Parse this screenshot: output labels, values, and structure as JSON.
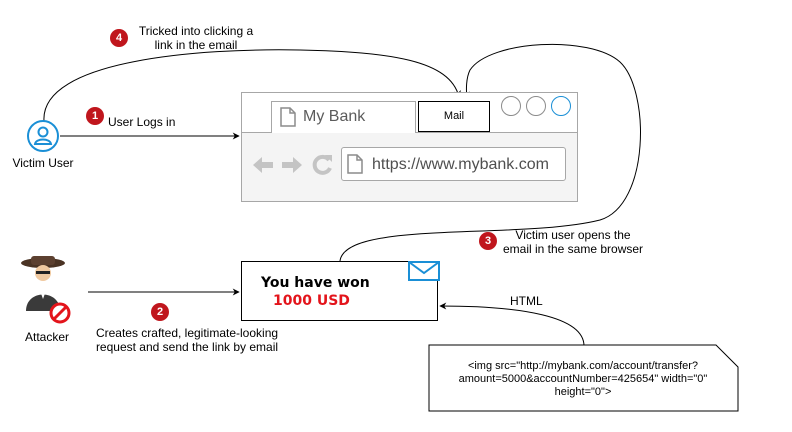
{
  "nodes": {
    "victim_label": "Victim User",
    "attacker_label": "Attacker"
  },
  "browser": {
    "tab_title": "My Bank",
    "mail_tab": "Mail",
    "url": "https://www.mybank.com"
  },
  "email": {
    "line1": "You have won",
    "line2": "1000 USD"
  },
  "code_note": "<img src=\"http://mybank.com/account/transfer?amount=5000&accountNumber=425654\" width=\"0\" height=\"0\">",
  "steps": [
    {
      "number": "1",
      "text": "User Logs in"
    },
    {
      "number": "2",
      "text": "Creates crafted, legitimate-looking request and send the link by email"
    },
    {
      "number": "3",
      "text": "Victim user opens the email in the same browser"
    },
    {
      "number": "4",
      "text": "Tricked into clicking a link in the email"
    }
  ],
  "edge_labels": {
    "html": "HTML"
  },
  "colors": {
    "badge": "#c0161d",
    "highlight": "#e3141b",
    "icon_blue": "#1a8fd6"
  }
}
